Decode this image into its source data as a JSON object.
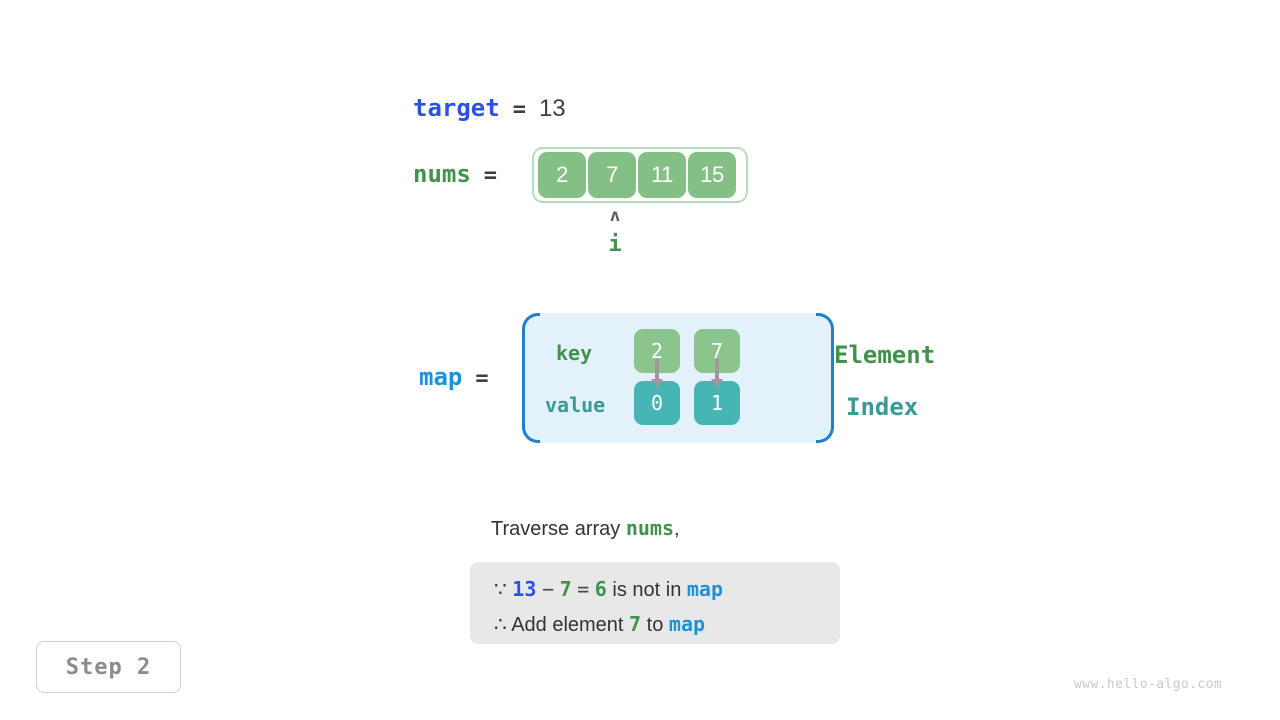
{
  "target": {
    "name": "target",
    "equals": "=",
    "value": "13"
  },
  "nums": {
    "name": "nums",
    "equals": "=",
    "cells": [
      "2",
      "7",
      "11",
      "15"
    ],
    "pointer": {
      "caret": "ʌ",
      "label": "i",
      "index": 1
    }
  },
  "map": {
    "name": "map",
    "equals": "=",
    "row_labels": {
      "key": "key",
      "value": "value"
    },
    "side_labels": {
      "element": "Element",
      "index": "Index"
    },
    "entries": [
      {
        "key": "2",
        "value": "0"
      },
      {
        "key": "7",
        "value": "1"
      }
    ]
  },
  "caption": {
    "prefix": "Traverse array ",
    "highlight": "nums",
    "suffix": ","
  },
  "conclusion": {
    "line1": {
      "because_symbol": "∵",
      "target_value": "13",
      "minus": "−",
      "element": "7",
      "equals": "=",
      "difference": "6",
      "text": "is not in",
      "map_name": "map"
    },
    "line2": {
      "therefore_symbol": "∴",
      "text_before": "Add element",
      "element": "7",
      "text_middle": "to",
      "map_name": "map"
    }
  },
  "step_badge": {
    "label": "Step 2"
  },
  "watermark": {
    "text": "www.hello-algo.com"
  },
  "colors": {
    "target_blue": "#2b52e0",
    "nums_green": "#41924a",
    "map_blue": "#1f91d8",
    "cell_green": "#84bf86",
    "key_green": "#8bc48d",
    "value_teal": "#46b6b4",
    "index_teal": "#3a9a95",
    "map_fill": "#e3f1fb",
    "map_border": "#1f7fd0",
    "conclusion_bg": "#e8e8e8"
  }
}
